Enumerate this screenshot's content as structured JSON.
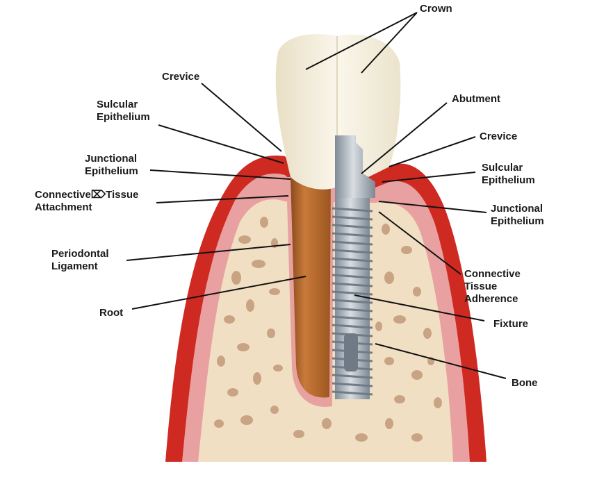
{
  "labels": {
    "crown": "Crown",
    "crevice_left": "Crevice",
    "sulcular_left_1": "Sulcular",
    "sulcular_left_2": "Epithelium",
    "junctional_left_1": "Junctional",
    "junctional_left_2": "Epithelium",
    "connective_left_1": "Connective",
    "connective_left_glyph": "⌦",
    "connective_left_1b": "Tissue",
    "connective_left_2": "Attachment",
    "periodontal_1": "Periodontal",
    "periodontal_2": "Ligament",
    "root": "Root",
    "abutment": "Abutment",
    "crevice_right": "Crevice",
    "sulcular_right_1": "Sulcular",
    "sulcular_right_2": "Epithelium",
    "junctional_right_1": "Junctional",
    "junctional_right_2": "Epithelium",
    "adherence_1": "Connective",
    "adherence_2": "Tissue",
    "adherence_3": "Adherence",
    "fixture": "Fixture",
    "bone": "Bone"
  },
  "colors": {
    "gingiva_outer": "#cf2a22",
    "gingiva_inner": "#e9a0a0",
    "bone": "#f1dfc4",
    "bone_pores": "#c9a484",
    "enamel": "#f2ead6",
    "root": "#b86a2c",
    "implant": "#a9b3bd"
  }
}
